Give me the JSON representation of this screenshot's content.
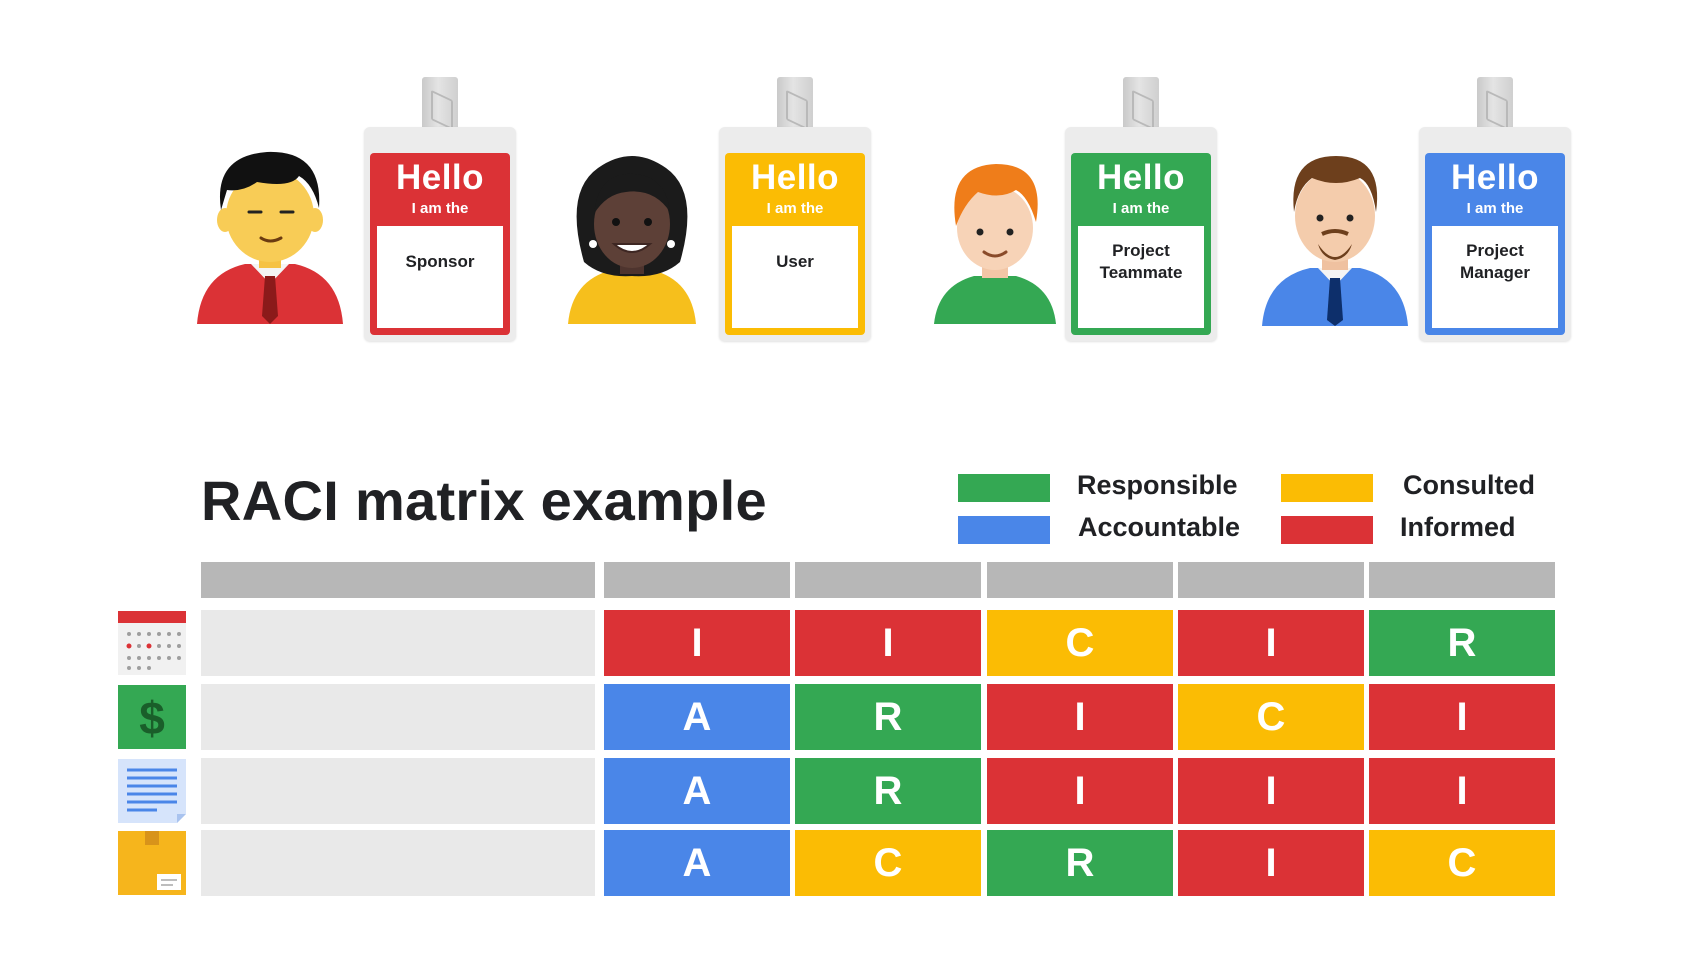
{
  "colors": {
    "R": "#34a853",
    "A": "#4a86e8",
    "C": "#fbbc04",
    "I": "#db3236",
    "header_gray": "#b7b7b7",
    "task_gray": "#e9e9e9"
  },
  "roles": [
    {
      "hello": "Hello",
      "iam": "I am the",
      "role": "Sponsor",
      "badge_color": "#db3236",
      "avatar_icon": "person-red-shirt-icon"
    },
    {
      "hello": "Hello",
      "iam": "I am the",
      "role": "User",
      "badge_color": "#fbbc04",
      "avatar_icon": "person-yellow-shirt-icon"
    },
    {
      "hello": "Hello",
      "iam": "I am the",
      "role": "Project\nTeammate",
      "badge_color": "#34a853",
      "avatar_icon": "person-green-shirt-icon"
    },
    {
      "hello": "Hello",
      "iam": "I am the",
      "role": "Project\nManager",
      "badge_color": "#4a86e8",
      "avatar_icon": "person-blue-shirt-icon"
    }
  ],
  "title": "RACI matrix example",
  "legend": [
    {
      "key": "R",
      "label": "Responsible"
    },
    {
      "key": "A",
      "label": "Accountable"
    },
    {
      "key": "C",
      "label": "Consulted"
    },
    {
      "key": "I",
      "label": "Informed"
    }
  ],
  "matrix": {
    "columns": 5,
    "rows": [
      {
        "icon": "calendar-icon",
        "cells": [
          "I",
          "I",
          "C",
          "I",
          "R"
        ]
      },
      {
        "icon": "dollar-icon",
        "cells": [
          "A",
          "R",
          "I",
          "C",
          "I"
        ]
      },
      {
        "icon": "document-icon",
        "cells": [
          "A",
          "R",
          "I",
          "I",
          "I"
        ]
      },
      {
        "icon": "package-icon",
        "cells": [
          "A",
          "C",
          "R",
          "I",
          "C"
        ]
      }
    ]
  }
}
